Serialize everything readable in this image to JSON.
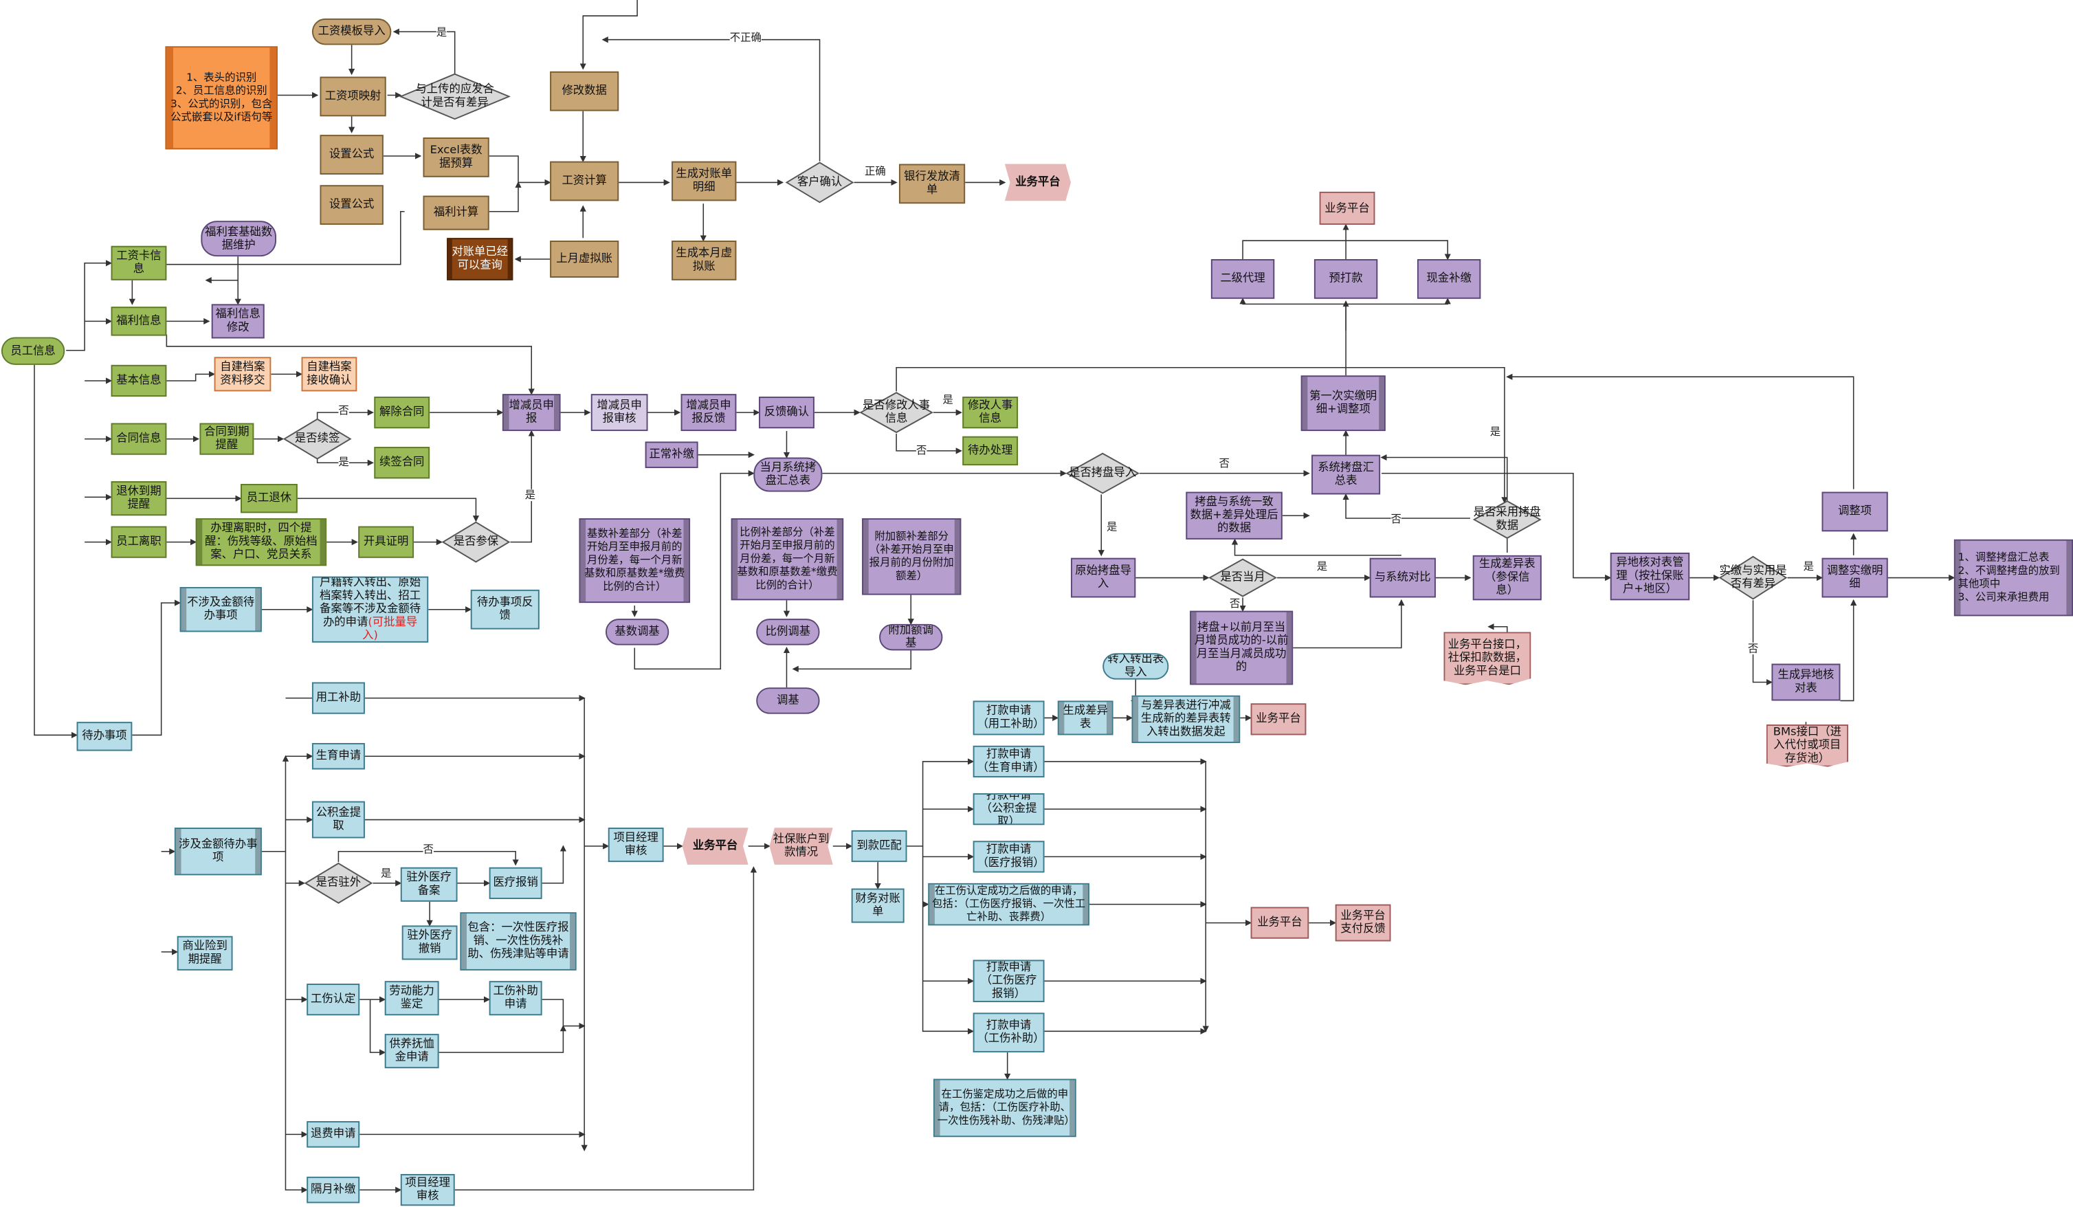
{
  "salary": {
    "template_import": "工资模板导入",
    "identify_notes": "1、表头的识别\n2、员工信息的识别\n3、公式的识别，包含公式嵌套以及if语句等",
    "mapping": "工资项映射",
    "set_formula_1": "设置公式",
    "set_formula_2": "设置公式",
    "diff_check": "与上传的应发合计是否有差异",
    "excel_budget": "Excel表数据预算",
    "welfare_calc": "福利计算",
    "modify_data": "修改数据",
    "salary_calc": "工资计算",
    "gen_statement": "生成对账单明细",
    "customer_confirm": "客户确认",
    "bank_list": "银行发放清单",
    "biz_platform": "业务平台",
    "gen_virtual": "生成本月虚拟账",
    "last_virtual": "上月虚拟账",
    "statement_query": "对账单已经可以查询",
    "welfare_base": "福利套基础数据维护",
    "lbl_yes": "是",
    "lbl_incorrect": "不正确",
    "lbl_correct": "正确"
  },
  "employee": {
    "root": "员工信息",
    "salary_card": "工资卡信息",
    "welfare": "福利信息",
    "welfare_modify": "福利信息修改",
    "basic": "基本信息",
    "self_archive_transfer": "自建档案资料移交",
    "self_archive_confirm": "自建档案接收确认",
    "contract": "合同信息",
    "contract_expire": "合同到期提醒",
    "renew_check": "是否续签",
    "terminate": "解除合同",
    "continue": "续签合同",
    "retire_remind": "退休到期提醒",
    "retire": "员工退休",
    "resign": "员工离职",
    "resign_note": "办理离职时，四个提醒：伤残等级、原始档案、户口、党员关系",
    "open_cert": "开具证明",
    "insured_check": "是否参保",
    "lbl_no": "否",
    "lbl_yes": "是"
  },
  "changes": {
    "increase_report": "增减员申报",
    "report_review": "增减员申报审核",
    "report_feedback": "增减员申报反馈",
    "feedback_confirm": "反馈确认",
    "modify_hr_check": "是否修改人事信息",
    "modify_hr": "修改人事信息",
    "pending": "待办处理",
    "normal_supplement": "正常补缴",
    "current_summary": "当月系统拷盘汇总表",
    "base_part": "基数补差部分（补差开始月至申报月前的月份差，每一个月新基数和原基数差*缴费比例的合计）",
    "ratio_part": "比例补差部分（补差开始月至申报月前的月份差，每一个月新基数和原基数差*缴费比例的合计）",
    "extra_part": "附加额补差部分（补差开始月至申报月前的月份附加额差）",
    "base_adjust": "基数调基",
    "ratio_adjust": "比例调基",
    "extra_adjust": "附加额调基",
    "adjust": "调基",
    "lbl_yes": "是",
    "lbl_no": "否"
  },
  "disk": {
    "biz_platform": "业务平台",
    "agent_l2": "二级代理",
    "prepay": "预打款",
    "cash_supplement": "现金补缴",
    "first_detail": "第一次实缴明细+调整项",
    "disk_import_check": "是否拷盘导入",
    "system_summary": "系统拷盘汇总表",
    "consistent_data": "拷盘与系统一致数据+差异处理后的数据",
    "use_disk_check": "是否采用拷盘数据",
    "original_import": "原始拷盘导入",
    "current_month_check": "是否当月",
    "compare_system": "与系统对比",
    "gen_diff": "生成差异表（参保信息）",
    "disk_plus": "拷盘+以前月至当月增员成功的-以前月至当月减员成功的",
    "platform_interface": "业务平台接口，社保扣款数据，业务平台是口",
    "remote_check": "异地核对表管理（按社保账户+地区）",
    "match_check": "实缴与实用是否有差异",
    "adjust_detail": "调整实缴明细",
    "adjust_item": "调整项",
    "adjust_notes": "1、调整拷盘汇总表\n2、不调整拷盘的放到其他项中\n3、公司来承担费用",
    "gen_remote": "生成异地核对表",
    "bms": "BMs接口（进入代付或项目存货池）",
    "transfer_import": "转入转出表导入",
    "diff_offset": "与差异表进行冲减生成新的差异表转入转出数据发起",
    "biz_platform_2": "业务平台",
    "lbl_no": "否",
    "lbl_yes": "是"
  },
  "todo": {
    "root": "待办事项",
    "no_amount": "不涉及金额待办事项",
    "no_amount_desc": "户籍转入转出、原始档案转入转出、招工备案等不涉及金额待办的申请",
    "batch_import": "(可批量导入)",
    "no_amount_feedback": "待办事项反馈",
    "amount": "涉及金额待办事项",
    "commercial": "商业险到期提醒",
    "employ_subsidy": "用工补助",
    "maternity": "生育申请",
    "housing_fund": "公积金提取",
    "stationed_check": "是否驻外",
    "stationed_record": "驻外医疗备案",
    "medical_claim": "医疗报销",
    "stationed_cancel": "驻外医疗撤销",
    "include_note": "包含：一次性医疗报销、一次性伤残补助、伤残津贴等申请",
    "work_injury": "工伤认定",
    "labor_appraisal": "劳动能力鉴定",
    "injury_subsidy": "工伤补助申请",
    "dependent_pension": "供养抚恤金申请",
    "refund": "退费申请",
    "next_month": "隔月补缴",
    "pm_review": "项目经理审核",
    "pm_review_2": "项目经理审核",
    "biz_platform": "业务平台",
    "social_arrival": "社保账户到款情况",
    "arrival_match": "到款匹配",
    "finance_statement": "财务对账单",
    "lbl_yes": "是",
    "lbl_no": "否"
  },
  "payment": {
    "pay_employ": "打款申请（用工补助）",
    "gen_diff": "生成差异表",
    "pay_maternity": "打款申请（生育申请）",
    "pay_fund": "打款申请（公积金提取）",
    "pay_medical": "打款申请（医疗报销）",
    "injury_confirmed_note": "在工伤认定成功之后做的申请，包括：（工伤医疗报销、一次性工亡补助、丧葬费）",
    "pay_injury_medical": "打款申请（工伤医疗报销）",
    "pay_injury_subsidy": "打款申请（工伤补助）",
    "appraisal_note": "在工伤鉴定成功之后做的申请，包括：（工伤医疗补助、一次性伤残补助、伤残津贴）",
    "biz_platform": "业务平台",
    "platform_feedback": "业务平台支付反馈"
  },
  "colors": {
    "tan": "#c7a574",
    "green": "#9bbb59",
    "purple": "#b69fcf",
    "blue": "#b7dde8",
    "pink": "#e6b9b8",
    "orange": "#f7984c",
    "brown": "#8b4513",
    "decision": "#d9d9d9"
  }
}
